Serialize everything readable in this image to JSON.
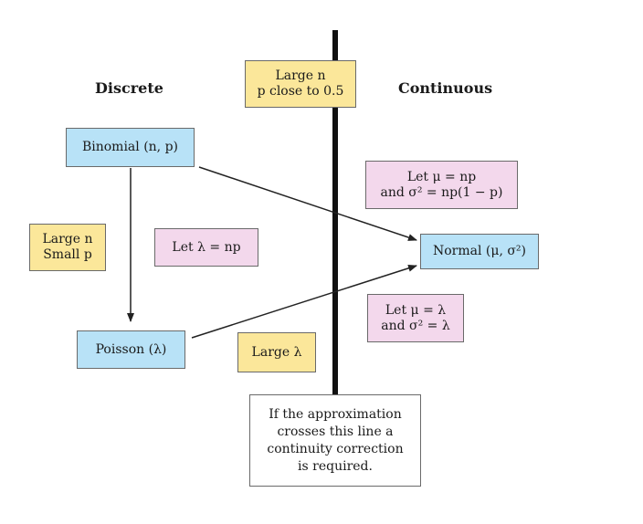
{
  "headings": {
    "discrete": "Discrete",
    "continuous": "Continuous"
  },
  "boxes": {
    "binomial": "Binomial (n, p)",
    "poisson": "Poisson (λ)",
    "normal": "Normal (μ, σ²)",
    "large_n_top": [
      "Large n",
      "p close to 0.5"
    ],
    "large_n_small_p": [
      "Large n",
      "Small p"
    ],
    "let_lambda_np": "Let λ = np",
    "let_mu_np": [
      "Let μ = np",
      "and σ² = np(1 − p)"
    ],
    "let_mu_lambda": [
      "Let μ = λ",
      "and σ² = λ"
    ],
    "large_lambda": "Large λ",
    "correction_note": [
      "If the approximation",
      "crosses this line a",
      "continuity correction",
      "is required."
    ]
  },
  "colors": {
    "blue": "#b8e2f7",
    "yellow": "#fbe79a",
    "pink": "#f3d8ec",
    "divider": "#111111"
  }
}
